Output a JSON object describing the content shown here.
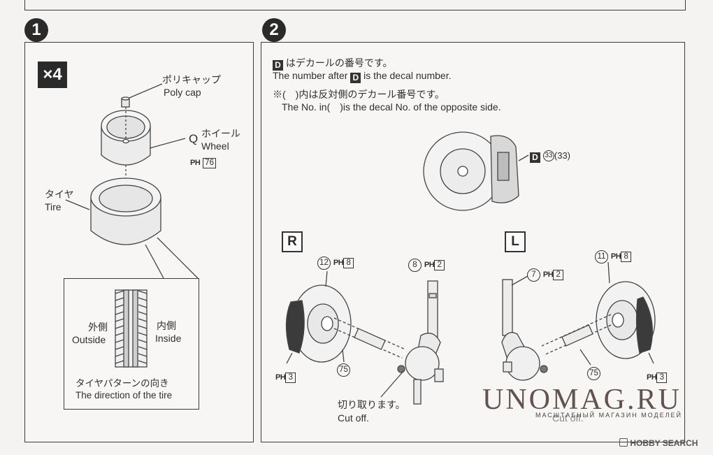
{
  "steps": {
    "one": "1",
    "two": "2"
  },
  "left_panel": {
    "qty": "×4",
    "polycap_jp": "ポリキャップ",
    "polycap_en": "Poly cap",
    "wheel_letter": "Q",
    "wheel_jp": "ホイール",
    "wheel_en": "Wheel",
    "wheel_part_prefix": "PH",
    "wheel_part_num": "76",
    "tire_jp": "タイヤ",
    "tire_en": "Tire",
    "outside_jp": "外側",
    "outside_en": "Outside",
    "inside_jp": "内側",
    "inside_en": "Inside",
    "direction_jp": "タイヤパターンの向き",
    "direction_en": "The direction of the tire"
  },
  "right_panel": {
    "decal_letter": "D",
    "note1_jp": "はデカールの番号です。",
    "note1_en_pre": "The number after",
    "note1_en_post": "is the decal number.",
    "note2_jp": "※(　)内は反対側のデカール番号です。",
    "note2_en": "The No. in(　)is the decal No. of the opposite side.",
    "caliper_decal": "33",
    "caliper_decal_opp": "(33)",
    "side_r": "R",
    "side_l": "L",
    "r_disc_num": "12",
    "r_disc_part": "8",
    "r_arm_num": "8",
    "r_arm_part": "2",
    "r_caliper_part": "3",
    "r_shaft_num": "75",
    "l_disc_num": "11",
    "l_disc_part": "8",
    "l_arm_num": "7",
    "l_arm_part": "2",
    "l_caliper_part": "3",
    "l_shaft_num": "75",
    "ph_prefix": "PH",
    "cut_jp": "切り取ります。",
    "cut_en": "Cut off.",
    "cut_en_2": "Cut off."
  },
  "watermark": {
    "brand": "UNOMAG.RU",
    "tagline": "МАСШТАБНЫЙ МАГАЗИН МОДЕЛЕЙ"
  },
  "credit": {
    "text": "HOBBY SEARCH"
  }
}
